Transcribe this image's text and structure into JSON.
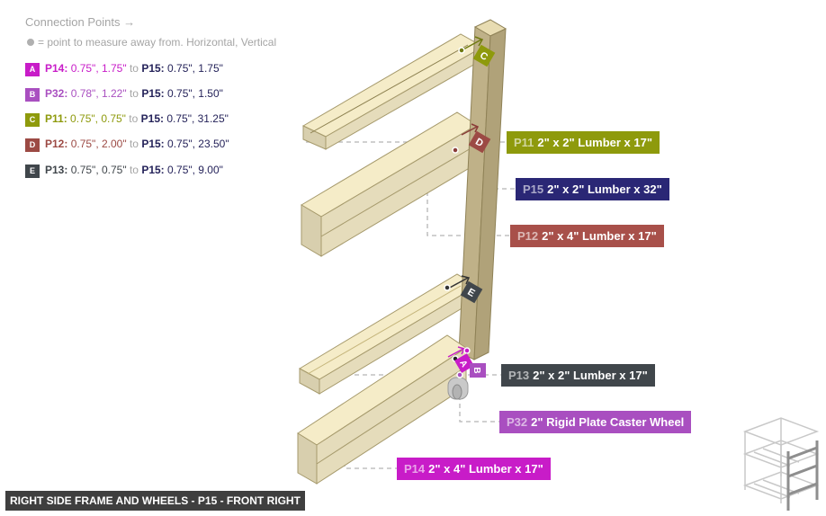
{
  "legend": {
    "title": "Connection Points →",
    "note": "= point to measure away from. Horizontal, Vertical",
    "connections": [
      {
        "badge": "A",
        "color": "#c81cc8",
        "from_part": "P14:",
        "from_val": "0.75\", 1.75\"",
        "to_word": "to",
        "to_part": "P15:",
        "to_val": "0.75\", 1.75\""
      },
      {
        "badge": "B",
        "color": "#a94fc0",
        "from_part": "P32:",
        "from_val": "0.78\", 1.22\"",
        "to_word": "to",
        "to_part": "P15:",
        "to_val": "0.75\", 1.50\""
      },
      {
        "badge": "C",
        "color": "#8e9a0c",
        "from_part": "P11:",
        "from_val": "0.75\", 0.75\"",
        "to_word": "to",
        "to_part": "P15:",
        "to_val": "0.75\", 31.25\""
      },
      {
        "badge": "D",
        "color": "#9c4a44",
        "from_part": "P12:",
        "from_val": "0.75\", 2.00\"",
        "to_word": "to",
        "to_part": "P15:",
        "to_val": "0.75\", 23.50\""
      },
      {
        "badge": "E",
        "color": "#40464b",
        "from_part": "P13:",
        "from_val": "0.75\", 0.75\"",
        "to_word": "to",
        "to_part": "P15:",
        "to_val": "0.75\", 9.00\""
      }
    ]
  },
  "parts": [
    {
      "id": "P11",
      "desc": "2\" x 2\" Lumber x 17\"",
      "color": "#8e9a0c"
    },
    {
      "id": "P15",
      "desc": "2\" x 2\" Lumber x 32\"",
      "color": "#2a2775"
    },
    {
      "id": "P12",
      "desc": "2\" x 4\" Lumber  x 17\"",
      "color": "#a8504a"
    },
    {
      "id": "P13",
      "desc": "2\" x 2\" Lumber x 17\"",
      "color": "#40464b"
    },
    {
      "id": "P32",
      "desc": "2\" Rigid Plate Caster Wheel",
      "color": "#a94fc0"
    },
    {
      "id": "P14",
      "desc": "2\" x 4\" Lumber  x 17\"",
      "color": "#c81cc8"
    }
  ],
  "diagram_badges": {
    "A": "A",
    "B": "B",
    "C": "C",
    "D": "D",
    "E": "E"
  },
  "caption": "RIGHT SIDE FRAME AND WHEELS - P15 - FRONT RIGHT"
}
